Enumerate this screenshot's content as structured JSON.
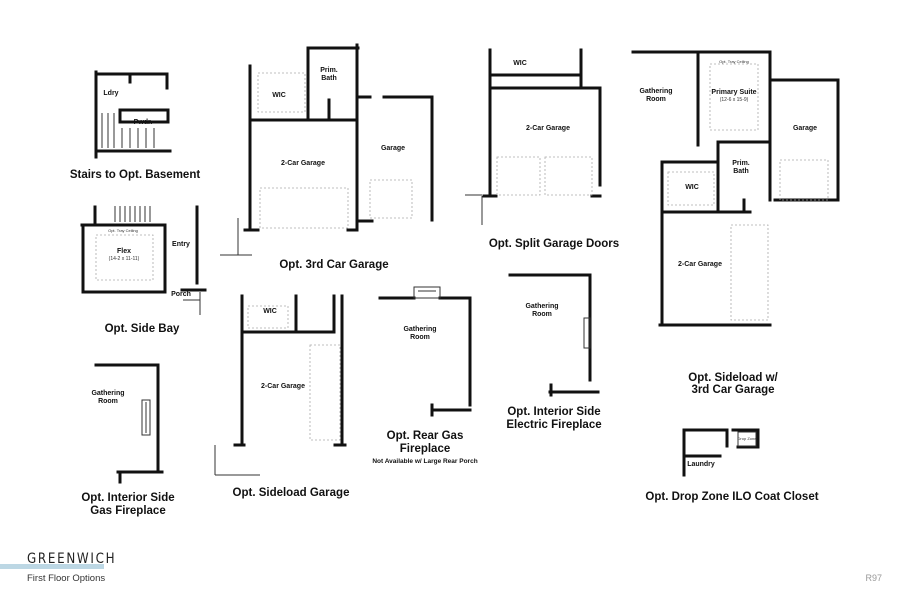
{
  "plans": {
    "stairs": {
      "caption": "Stairs to Opt. Basement",
      "rooms": [
        "Ldry",
        "Pwdr."
      ]
    },
    "side_bay": {
      "caption": "Opt. Side Bay",
      "rooms": [
        "Flex",
        "(14-2 x 11-11)",
        "Entry",
        "Porch"
      ],
      "note": "Opt. Tray Ceiling"
    },
    "int_gas_fireplace": {
      "caption_line1": "Opt. Interior Side",
      "caption_line2": "Gas Fireplace",
      "rooms": [
        "Gathering",
        "Room"
      ]
    },
    "third_car_garage": {
      "caption": "Opt. 3rd Car Garage",
      "rooms": [
        "WIC",
        "Prim.",
        "Bath",
        "2-Car Garage",
        "Garage"
      ]
    },
    "sideload_garage": {
      "caption": "Opt. Sideload Garage",
      "rooms": [
        "WIC",
        "2-Car Garage"
      ]
    },
    "rear_gas_fireplace": {
      "caption_line1": "Opt. Rear Gas",
      "caption_line2": "Fireplace",
      "note": "Not Available w/ Large Rear Porch",
      "rooms": [
        "Gathering",
        "Room"
      ]
    },
    "split_garage_doors": {
      "caption": "Opt. Split Garage Doors",
      "rooms": [
        "WIC",
        "2-Car Garage"
      ]
    },
    "int_electric_fireplace": {
      "caption_line1": "Opt. Interior Side",
      "caption_line2": "Electric Fireplace",
      "rooms": [
        "Gathering",
        "Room"
      ]
    },
    "sideload_3rd_car": {
      "caption_line1": "Opt. Sideload w/",
      "caption_line2": "3rd Car Garage",
      "rooms": [
        "Gathering",
        "Room",
        "Primary Suite",
        "(12-6 x 15-9)",
        "Garage",
        "Prim.",
        "Bath",
        "WIC",
        "2-Car Garage"
      ],
      "note": "Opt. Tray Ceiling"
    },
    "drop_zone": {
      "caption": "Opt. Drop Zone ILO Coat Closet",
      "rooms": [
        "Laundry",
        "Drop Zone"
      ]
    }
  },
  "footer": {
    "brand": "GREENWICH",
    "subtitle": "First Floor Options",
    "revision": "R97",
    "accent_color": "#bcd7e4"
  }
}
